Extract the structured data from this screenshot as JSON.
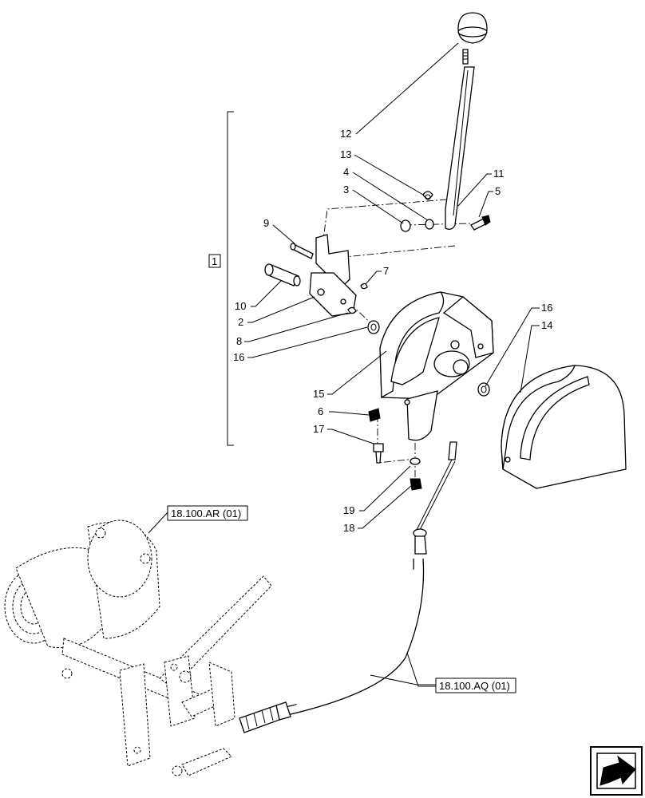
{
  "group_label": "1",
  "callouts": [
    {
      "id": "c12",
      "text": "12"
    },
    {
      "id": "c13",
      "text": "13"
    },
    {
      "id": "c4",
      "text": "4"
    },
    {
      "id": "c3",
      "text": "3"
    },
    {
      "id": "c11",
      "text": "11"
    },
    {
      "id": "c5",
      "text": "5"
    },
    {
      "id": "c9",
      "text": "9"
    },
    {
      "id": "c7",
      "text": "7"
    },
    {
      "id": "c10",
      "text": "10"
    },
    {
      "id": "c2",
      "text": "2"
    },
    {
      "id": "c8",
      "text": "8"
    },
    {
      "id": "c16a",
      "text": "16"
    },
    {
      "id": "c16b",
      "text": "16"
    },
    {
      "id": "c14",
      "text": "14"
    },
    {
      "id": "c15",
      "text": "15"
    },
    {
      "id": "c6",
      "text": "6"
    },
    {
      "id": "c17",
      "text": "17"
    },
    {
      "id": "c19",
      "text": "19"
    },
    {
      "id": "c18",
      "text": "18"
    }
  ],
  "references": {
    "ar": "18.100.AR (01)",
    "aq": "18.100.AQ (01)"
  },
  "nav_icon": "next-page-arrow-icon"
}
